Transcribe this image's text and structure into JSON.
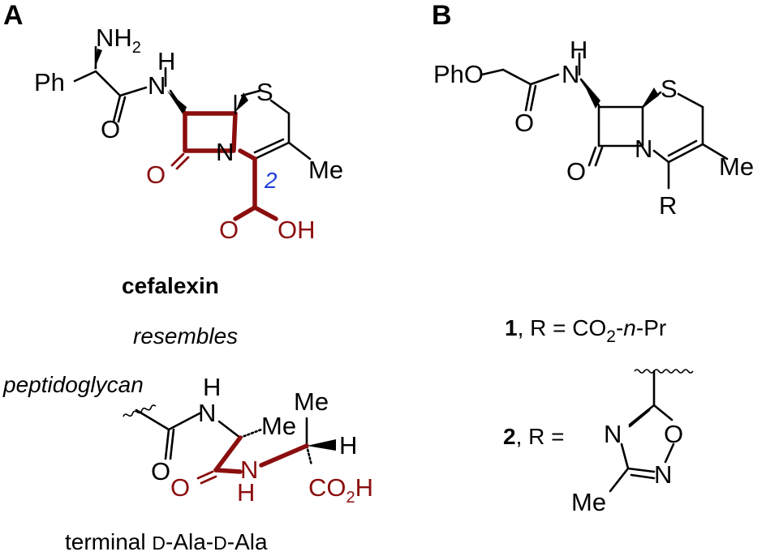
{
  "panel_a": {
    "label": "A",
    "compound_name": "cefalexin",
    "resembles": "resembles",
    "peptidoglycan": "peptidoglycan",
    "terminal_prefix": "terminal ",
    "d1": "D",
    "ala1": "-Ala-",
    "d2": "D",
    "ala2": "-Ala",
    "atoms": {
      "nh2_main": "NH",
      "nh2_sub": "2",
      "ph": "Ph",
      "h": "H",
      "n": "N",
      "o": "O",
      "s": "S",
      "me": "Me",
      "oh": "OH",
      "position_2": "2",
      "me2": "Me",
      "h2": "H",
      "n2": "N",
      "h3": "H",
      "o2": "O",
      "co2h_main": "CO",
      "co2h_sub": "2",
      "co2h_end": "H",
      "me3": "Me",
      "h4": "H",
      "o3": "O",
      "o4": "O"
    }
  },
  "panel_b": {
    "label": "B",
    "atoms": {
      "pho": "PhO",
      "h": "H",
      "n": "N",
      "s": "S",
      "o": "O",
      "n2": "N",
      "me": "Me",
      "r": "R"
    },
    "compound1_num": "1",
    "compound1_text": ", R = CO",
    "compound1_sub": "2",
    "compound1_dash": "-",
    "compound1_n": "n",
    "compound1_end": "-Pr",
    "compound2_num": "2",
    "compound2_text": ", R =",
    "ring_atoms": {
      "n": "N",
      "o": "O",
      "n2": "N",
      "me": "Me"
    }
  },
  "colors": {
    "highlight": "#8b0e0e",
    "locant": "#1f3fdb"
  }
}
